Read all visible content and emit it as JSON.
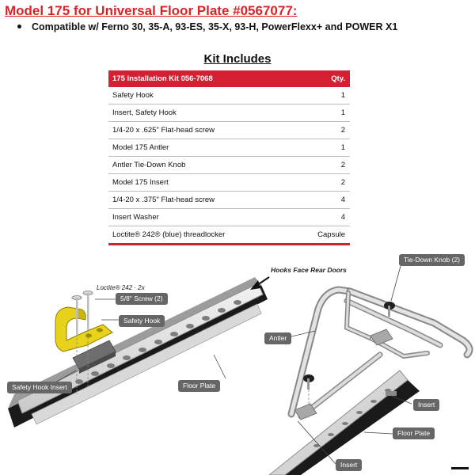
{
  "header": {
    "title": "Model 175 for Universal Floor Plate #0567077:",
    "compatible": "Compatible w/ Ferno 30, 35-A, 93-ES, 35-X, 93-H, PowerFlexx+ and POWER X1"
  },
  "kit": {
    "heading": "Kit Includes",
    "table_header": {
      "item": "175 Installation Kit 056-7068",
      "qty": "Qty."
    },
    "rows": [
      {
        "item": "Safety Hook",
        "qty": "1"
      },
      {
        "item": "Insert, Safety Hook",
        "qty": "1"
      },
      {
        "item": "1/4-20 x .625\" Flat-head screw",
        "qty": "2"
      },
      {
        "item": "Model 175 Antler",
        "qty": "1"
      },
      {
        "item": "Antler Tie-Down Knob",
        "qty": "2"
      },
      {
        "item": "Model 175 Insert",
        "qty": "2"
      },
      {
        "item": "1/4-20 x .375\" Flat-head screw",
        "qty": "4"
      },
      {
        "item": "Insert Washer",
        "qty": "4"
      },
      {
        "item": "Loctite® 242® (blue) threadlocker",
        "qty": "Capsule"
      }
    ]
  },
  "diagram_left": {
    "loctite_note": "Loctite® 242 · 2x",
    "screw_label": "5/8\" Screw (2)",
    "safety_hook_label": "Safety Hook",
    "safety_hook_insert_label": "Safety Hook Insert",
    "floor_plate_label": "Floor Plate"
  },
  "diagram_right": {
    "hooks_note": "Hooks Face Rear Doors",
    "tie_down_label": "Tie-Down Knob (2)",
    "antler_label": "Antler",
    "insert_label_1": "Insert",
    "floor_plate_label": "Floor Plate",
    "insert_label_2": "Insert"
  },
  "colors": {
    "title_red": "#d8232a",
    "table_header_red": "#d71f33",
    "hook_yellow": "#e8d21c",
    "callout_gray": "#666666"
  }
}
